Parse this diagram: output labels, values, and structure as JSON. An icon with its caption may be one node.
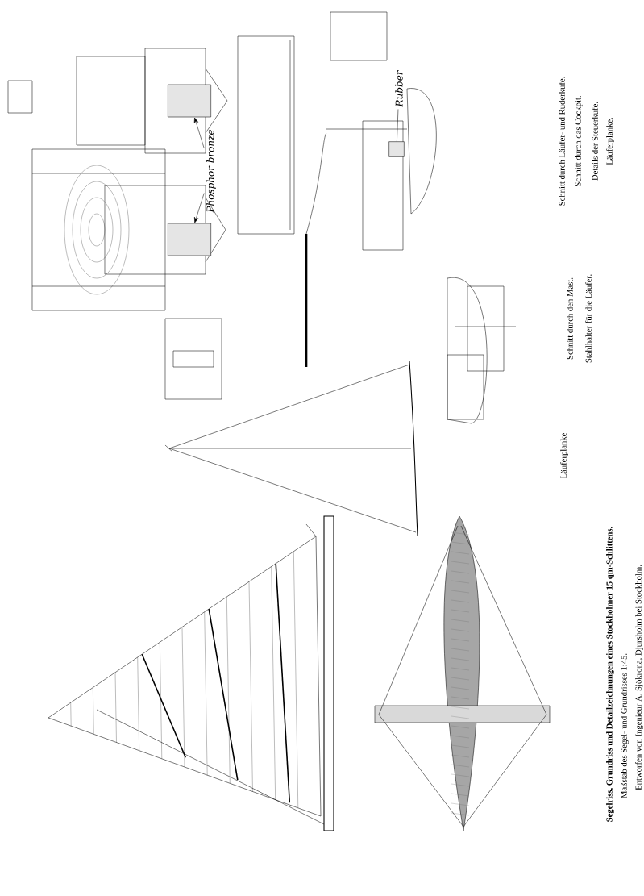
{
  "diagram": {
    "caption": "Segelriss, Grundriss und Detailzeichnungen eines Stockholmer 15 qm-Schlittens.",
    "nodes": [
      {
        "text": [
          "Phosphor bronze"
        ]
      },
      {
        "text": [],
        "shape": "box"
      },
      {
        "text": [],
        "shape": "box"
      },
      {
        "text": [
          "Rubber"
        ]
      },
      {
        "text": [],
        "shape": "box"
      }
    ],
    "edges": [
      {
        "from": 0,
        "to": 1,
        "arrow": "to"
      },
      {
        "from": 0,
        "to": 2,
        "arrow": "to"
      },
      {
        "from": 3,
        "to": 4,
        "arrow": "none"
      }
    ],
    "labels": [
      "Maßstab des Segel- und Grundrisses 1:45.",
      "Entworfen von Ingenieur A. Sjökrona, Djursholm bei Stockholm.",
      "Läuferplanke",
      "Schnitt durch den Mast.",
      "Stahlhalter für die Läufer.",
      "Schnitt durch Läufer- und Ruderkufe.",
      "Schnitt durch das Cockpit.",
      "Details der Steuerkufe.",
      "Läuferplanke."
    ]
  }
}
